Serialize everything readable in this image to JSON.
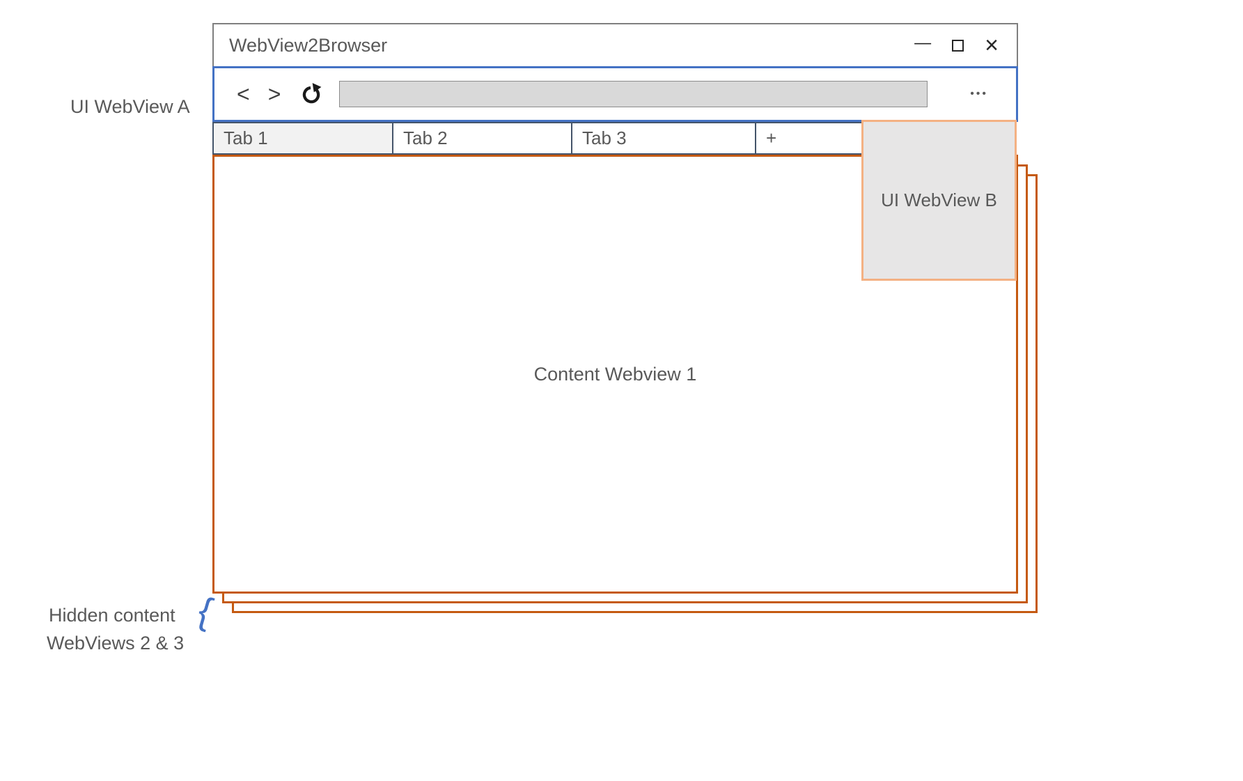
{
  "window": {
    "title": "WebView2Browser",
    "minimize_glyph": "—",
    "close_glyph": "×"
  },
  "toolbar": {
    "back_glyph": "<",
    "forward_glyph": ">",
    "menu_glyph": "•••",
    "address_value": ""
  },
  "tabs": [
    {
      "label": "Tab 1",
      "active": true
    },
    {
      "label": "Tab 2",
      "active": false
    },
    {
      "label": "Tab 3",
      "active": false
    },
    {
      "label": "+",
      "active": false
    }
  ],
  "content": {
    "webview1_label": "Content Webview 1"
  },
  "overlay": {
    "label": "UI WebView B"
  },
  "annotations": {
    "ui_webview_a": "UI WebView A",
    "hidden_line1": "Hidden content",
    "hidden_line2": "WebViews 2 & 3",
    "brace_glyph": "{"
  },
  "colors": {
    "blue_accent": "#4472C4",
    "orange_border": "#C55A11",
    "orange_light_border": "#F4B183",
    "overlay_fill": "#E7E6E6",
    "addressbar_fill": "#D9D9D9",
    "tab_active_fill": "#F2F2F2",
    "label_text": "#595959"
  }
}
